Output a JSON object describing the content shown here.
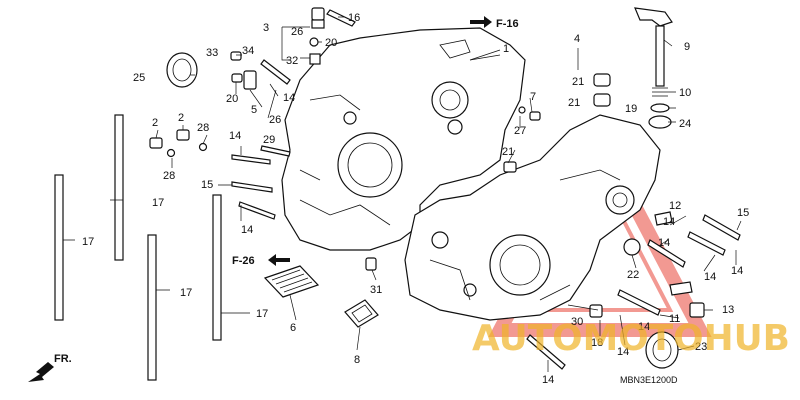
{
  "callouts": {
    "c1": "1",
    "c2a": "2",
    "c2b": "2",
    "c3": "3",
    "c4": "4",
    "c5": "5",
    "c6": "6",
    "c7": "7",
    "c8": "8",
    "c9": "9",
    "c10": "10",
    "c11": "11",
    "c12": "12",
    "c13": "13",
    "c14a": "14",
    "c14b": "14",
    "c14c": "14",
    "c14d": "14",
    "c14e": "14",
    "c14f": "14",
    "c14g": "14",
    "c14h": "14",
    "c14i": "14",
    "c14j": "14",
    "c15a": "15",
    "c15b": "15",
    "c16": "16",
    "c17a": "17",
    "c17b": "17",
    "c17c": "17",
    "c17d": "17",
    "c18": "18",
    "c19": "19",
    "c20a": "20",
    "c20b": "20",
    "c21a": "21",
    "c21b": "21",
    "c21c": "21",
    "c22": "22",
    "c23": "23",
    "c24": "24",
    "c25": "25",
    "c26a": "26",
    "c26b": "26",
    "c27": "27",
    "c28a": "28",
    "c28b": "28",
    "c29": "29",
    "c30": "30",
    "c31": "31",
    "c32": "32",
    "c33": "33",
    "c34": "34"
  },
  "references": {
    "f16": "F-16",
    "f26": "F-26"
  },
  "front_label": "FR.",
  "diagram_code": "MBN3E1200D",
  "watermark": {
    "text": "AUTOMOTOHUB",
    "accent_color": "#e8463a",
    "gold_color": "#f0b429"
  }
}
